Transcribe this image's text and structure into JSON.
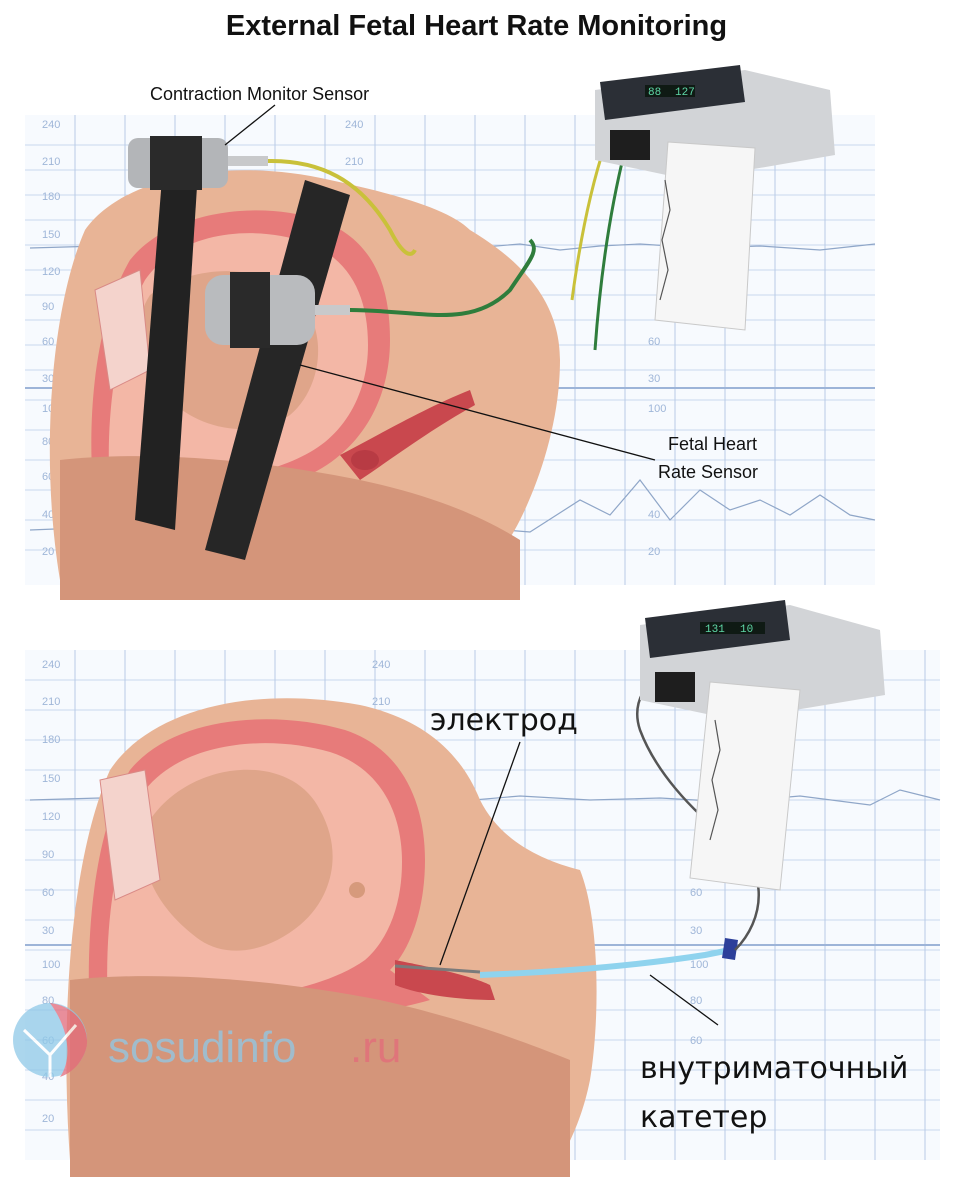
{
  "title": "External Fetal Heart Rate Monitoring",
  "top_panel": {
    "label_contraction": "Contraction Monitor Sensor",
    "label_fhr_line1": "Fetal Heart",
    "label_fhr_line2": "Rate Sensor",
    "monitor_display": [
      "88",
      "127"
    ],
    "grid_ticks": [
      "240",
      "210",
      "180",
      "150",
      "120",
      "90",
      "60",
      "30",
      "100",
      "80",
      "60",
      "40",
      "20"
    ]
  },
  "bottom_panel": {
    "label_electrode": "электрод",
    "label_catheter_line1": "внутриматочный",
    "label_catheter_line2": "катетер",
    "monitor_display": [
      "131",
      "10"
    ],
    "grid_ticks": [
      "240",
      "210",
      "180",
      "150",
      "120",
      "90",
      "60",
      "30",
      "100",
      "80",
      "60",
      "40",
      "20"
    ]
  },
  "watermark": {
    "text_main": "sosudinfo",
    "text_suffix": ".ru"
  },
  "colors": {
    "grid": "#b9cbe6",
    "skin": "#e8b496",
    "skin_dark": "#c98e70",
    "uterus": "#e77b7a",
    "belt": "#222222",
    "cable_yellow": "#c9c13a",
    "cable_green": "#2f7d3c",
    "catheter": "#8fd3ee",
    "watermark_blue": "#8fc9e8",
    "watermark_red": "#e36b7a"
  }
}
